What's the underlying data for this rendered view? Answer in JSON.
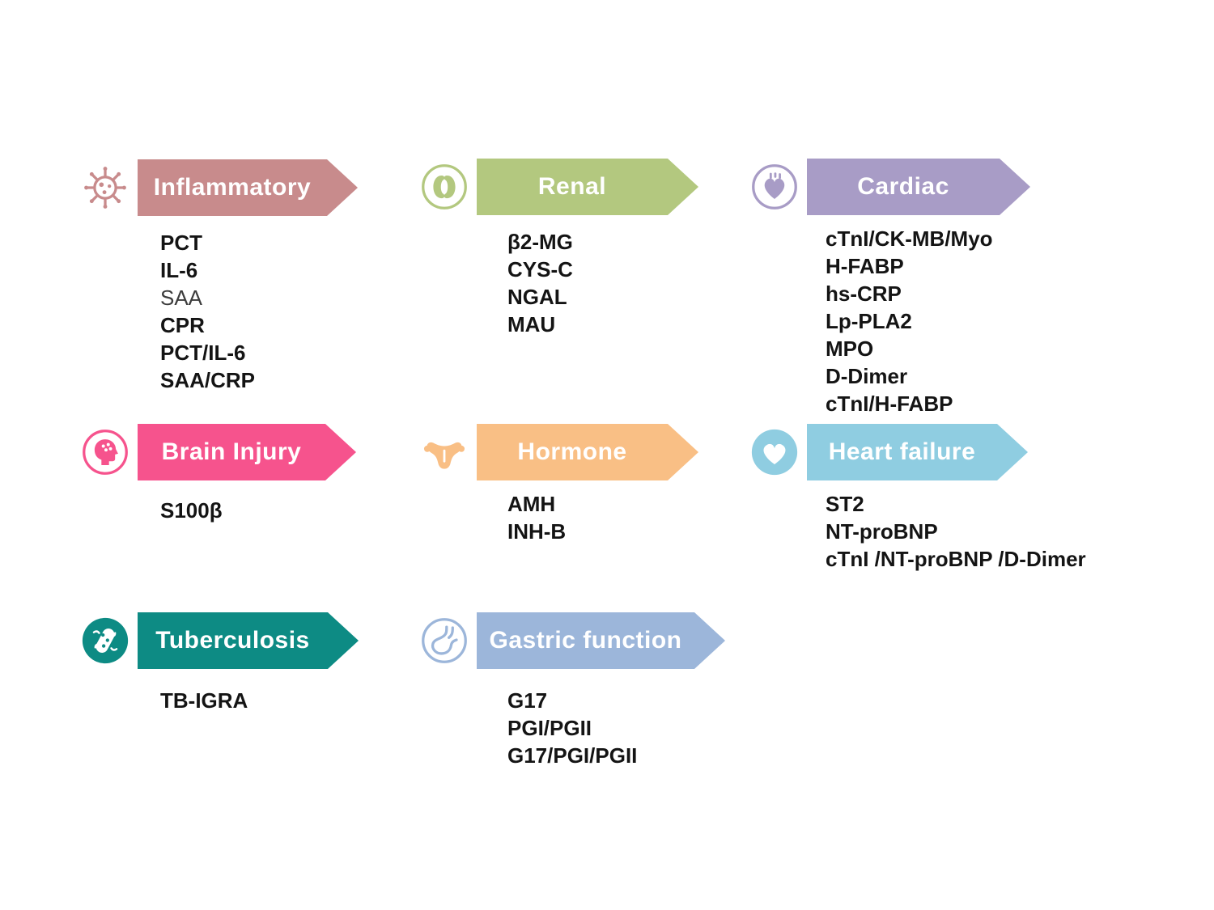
{
  "categories": [
    {
      "id": "inflammatory",
      "label": "Inflammatory",
      "color": "#c88b8c",
      "icon": "virus-icon",
      "items": [
        "PCT",
        "IL-6",
        "SAA",
        "CPR",
        "PCT/IL-6",
        "SAA/CRP"
      ]
    },
    {
      "id": "renal",
      "label": "Renal",
      "color": "#b3c87f",
      "icon": "kidneys-icon",
      "items": [
        "β2-MG",
        "CYS-C",
        "NGAL",
        "MAU"
      ]
    },
    {
      "id": "cardiac",
      "label": "Cardiac",
      "color": "#a89cc6",
      "icon": "cardiac-heart-icon",
      "items": [
        "cTnI/CK-MB/Myo",
        "H-FABP",
        "hs-CRP",
        "Lp-PLA2",
        "MPO",
        "D-Dimer",
        "cTnI/H-FABP"
      ]
    },
    {
      "id": "brain-injury",
      "label": "Brain Injury",
      "color": "#f6538d",
      "icon": "head-brain-icon",
      "items": [
        "S100β"
      ]
    },
    {
      "id": "hormone",
      "label": "Hormone",
      "color": "#f9bf85",
      "icon": "uterus-icon",
      "items": [
        "AMH",
        "INH-B"
      ]
    },
    {
      "id": "heart-failure",
      "label": "Heart failure",
      "color": "#8fcde1",
      "icon": "heart-icon",
      "items": [
        "ST2",
        "NT-proBNP",
        "cTnI /NT-proBNP /D-Dimer"
      ]
    },
    {
      "id": "tuberculosis",
      "label": "Tuberculosis",
      "color": "#0d8b84",
      "icon": "bacteria-icon",
      "items": [
        "TB-IGRA"
      ]
    },
    {
      "id": "gastric-function",
      "label": "Gastric function",
      "color": "#9cb6da",
      "icon": "stomach-icon",
      "items": [
        "G17",
        "PGI/PGII",
        "G17/PGI/PGII"
      ]
    }
  ]
}
